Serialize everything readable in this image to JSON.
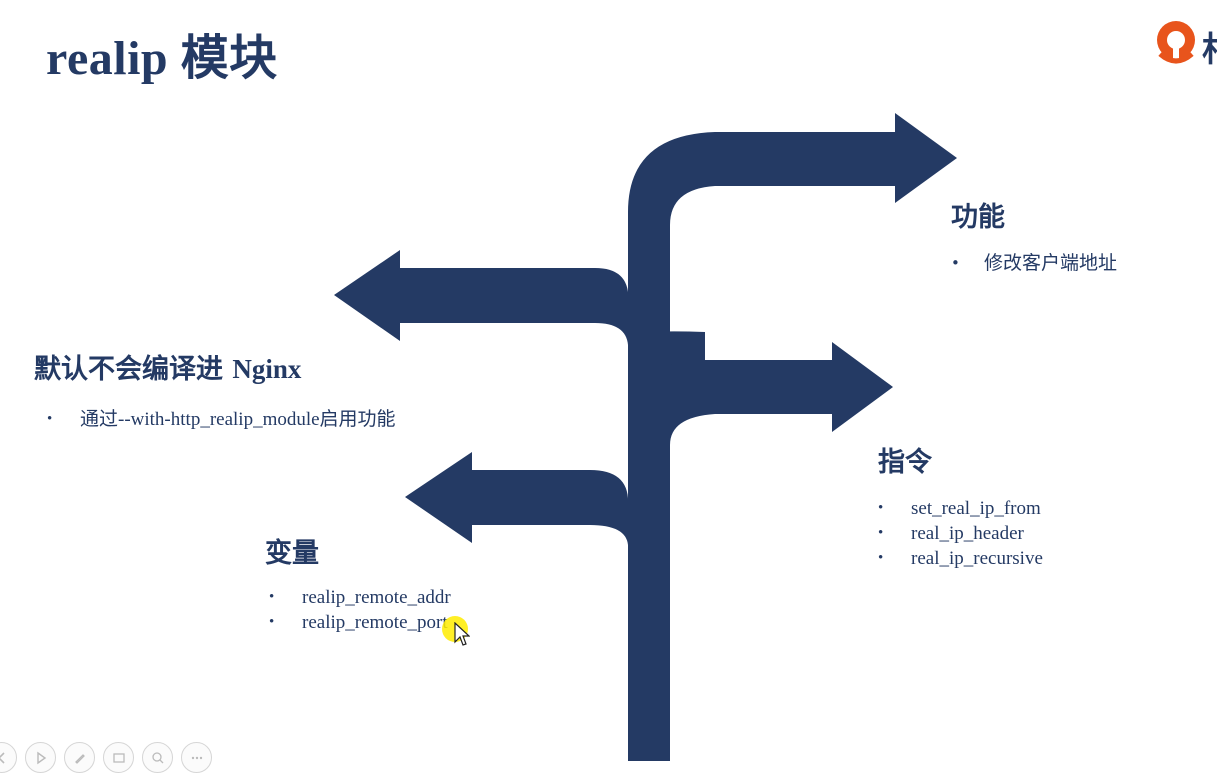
{
  "title": {
    "latin": "realip",
    "cjk": "模块"
  },
  "logo": {
    "partial_text": "相"
  },
  "sections": {
    "function": {
      "heading": "功能",
      "items": [
        "修改客户端地址"
      ]
    },
    "default": {
      "heading_cjk": "默认不会编译进",
      "heading_latin": "Nginx",
      "items": [
        "通过--with-http_realip_module启用功能"
      ]
    },
    "directives": {
      "heading": "指令",
      "items": [
        "set_real_ip_from",
        "real_ip_header",
        "real_ip_recursive"
      ]
    },
    "variables": {
      "heading": "变量",
      "items": [
        "realip_remote_addr",
        "realip_remote_port"
      ]
    }
  },
  "colors": {
    "primary": "#243a64",
    "logo_orange": "#e8541c",
    "cursor_highlight": "#ffec00"
  },
  "player_controls": [
    "prev-icon",
    "play-icon",
    "pen-icon",
    "slides-icon",
    "zoom-icon",
    "more-icon"
  ]
}
